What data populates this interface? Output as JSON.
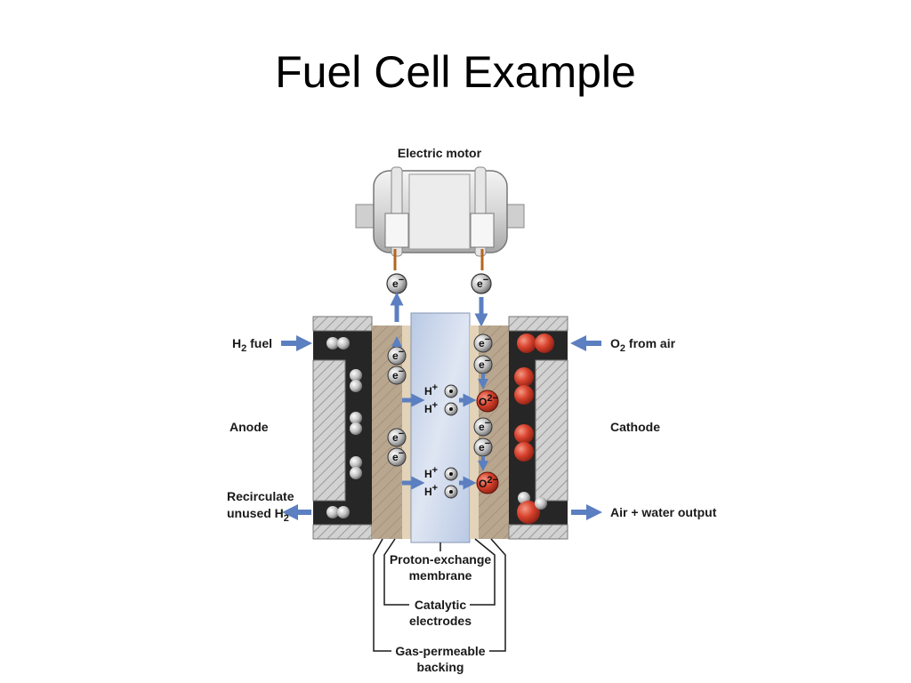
{
  "slide": {
    "title": "Fuel Cell Example"
  },
  "labels": {
    "electric_motor": "Electric motor",
    "h2_fuel_base": "H",
    "h2_fuel_sub": "2",
    "h2_fuel_rest": " fuel",
    "o2_air_base": "O",
    "o2_air_sub": "2",
    "o2_air_rest": " from air",
    "anode": "Anode",
    "cathode": "Cathode",
    "recirculate_line1": "Recirculate",
    "recirculate_line2_base": "unused H",
    "recirculate_line2_sub": "2",
    "air_water_output": "Air + water output",
    "pem_line1": "Proton-exchange",
    "pem_line2": "membrane",
    "catalytic_line1": "Catalytic",
    "catalytic_line2": "electrodes",
    "gas_line1": "Gas-permeable",
    "gas_line2": "backing"
  },
  "particles": {
    "electron_base": "e",
    "electron_sup": "−",
    "proton_base": "H",
    "proton_sup": "+",
    "oxide_base": "O",
    "oxide_sup": "2−"
  },
  "colors": {
    "membrane": "#c9d6ea",
    "backing": "#b7a48c",
    "catalyst": "#e2d3b9",
    "plate": "#c8c8c8",
    "channel": "#262626",
    "oxygen": "#d9432e",
    "arrow": "#5b7fc0"
  }
}
